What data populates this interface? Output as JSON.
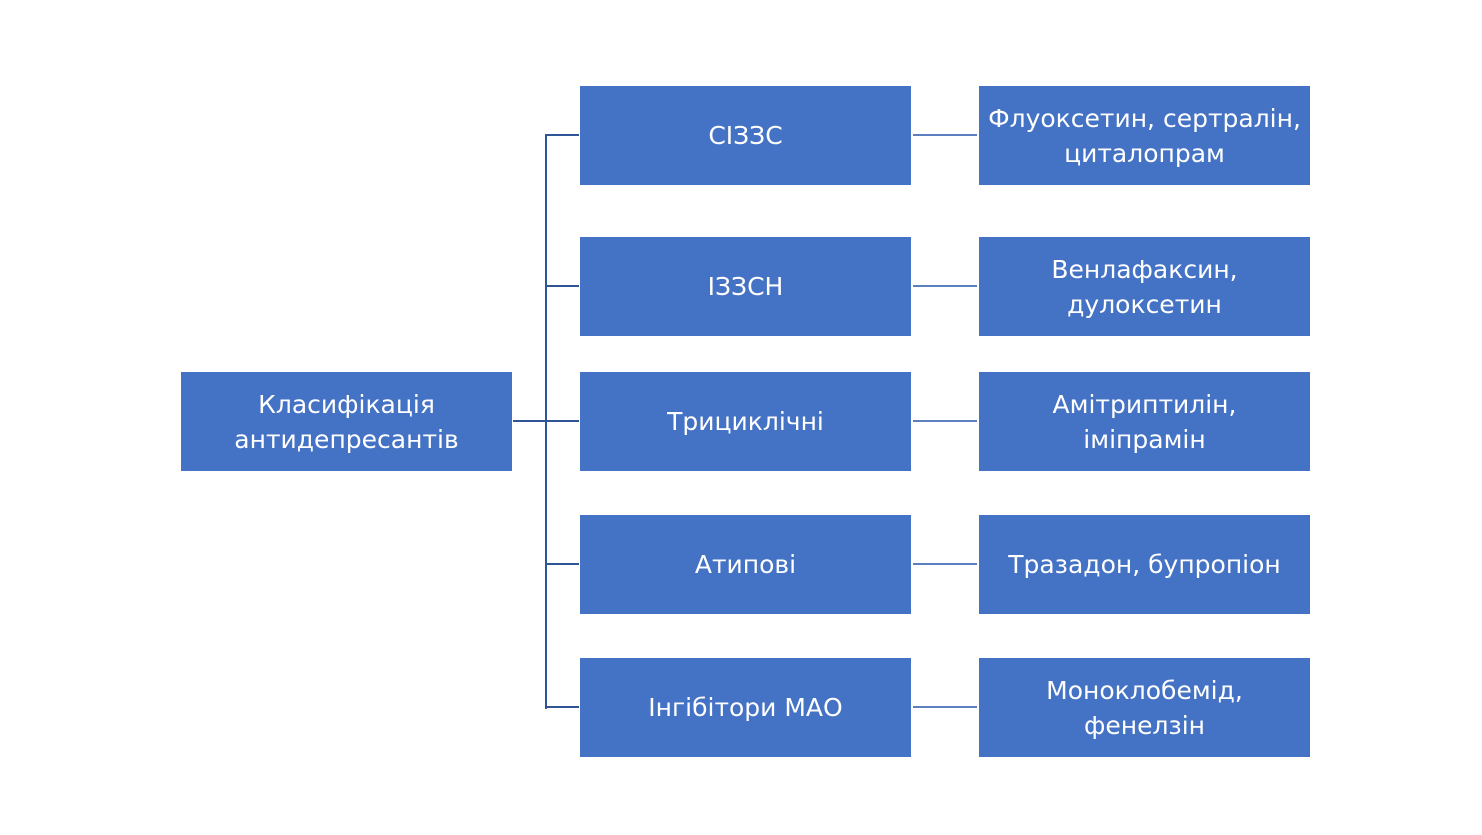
{
  "root": {
    "label": "Класифікація\nантидепресантів"
  },
  "classes": [
    {
      "label": "СІЗЗС",
      "examples": "Флуоксетин, сертралін,\nциталопрам"
    },
    {
      "label": "ІЗЗСН",
      "examples": "Венлафаксин,\nдулоксетин"
    },
    {
      "label": "Трициклічні",
      "examples": "Амітриптилін,\nіміпрамін"
    },
    {
      "label": "Атипові",
      "examples": "Тразадон, бупропіон"
    },
    {
      "label": "Інгібітори МАО",
      "examples": "Моноклобемід,\nфенелзін"
    }
  ],
  "colors": {
    "box": "#4472C4",
    "connector": "#2F5597"
  }
}
